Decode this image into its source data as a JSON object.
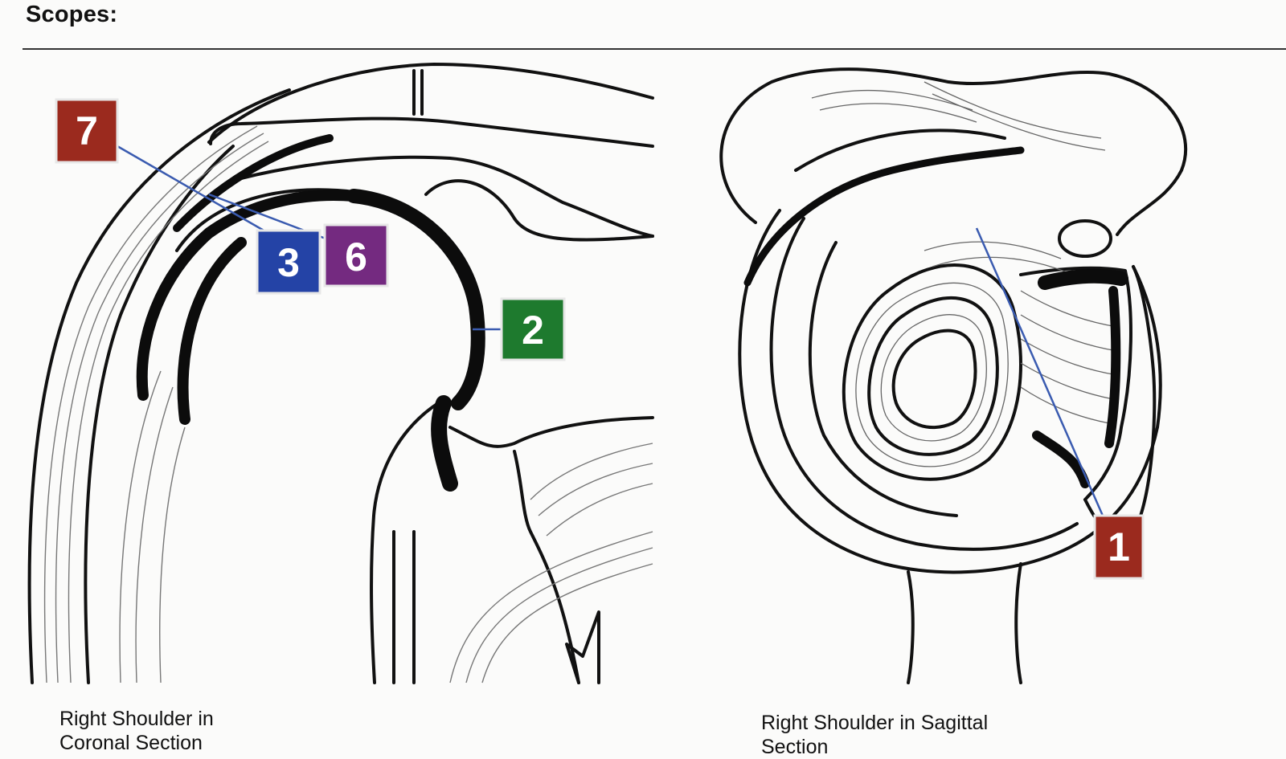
{
  "header": {
    "title": "Scopes:"
  },
  "figures": {
    "coronal": {
      "caption": "Right Shoulder in\nCoronal Section"
    },
    "sagittal": {
      "caption": "Right Shoulder in Sagittal\nSection"
    }
  },
  "markers": {
    "m7": {
      "label": "7",
      "color": "#9b2a1e"
    },
    "m3": {
      "label": "3",
      "color": "#2443a6"
    },
    "m6": {
      "label": "6",
      "color": "#742a80"
    },
    "m2": {
      "label": "2",
      "color": "#1e7a2e"
    },
    "m1": {
      "label": "1",
      "color": "#9b2a1e"
    }
  },
  "colors": {
    "leader_line": "#3a5bb0",
    "ink": "#111111"
  }
}
